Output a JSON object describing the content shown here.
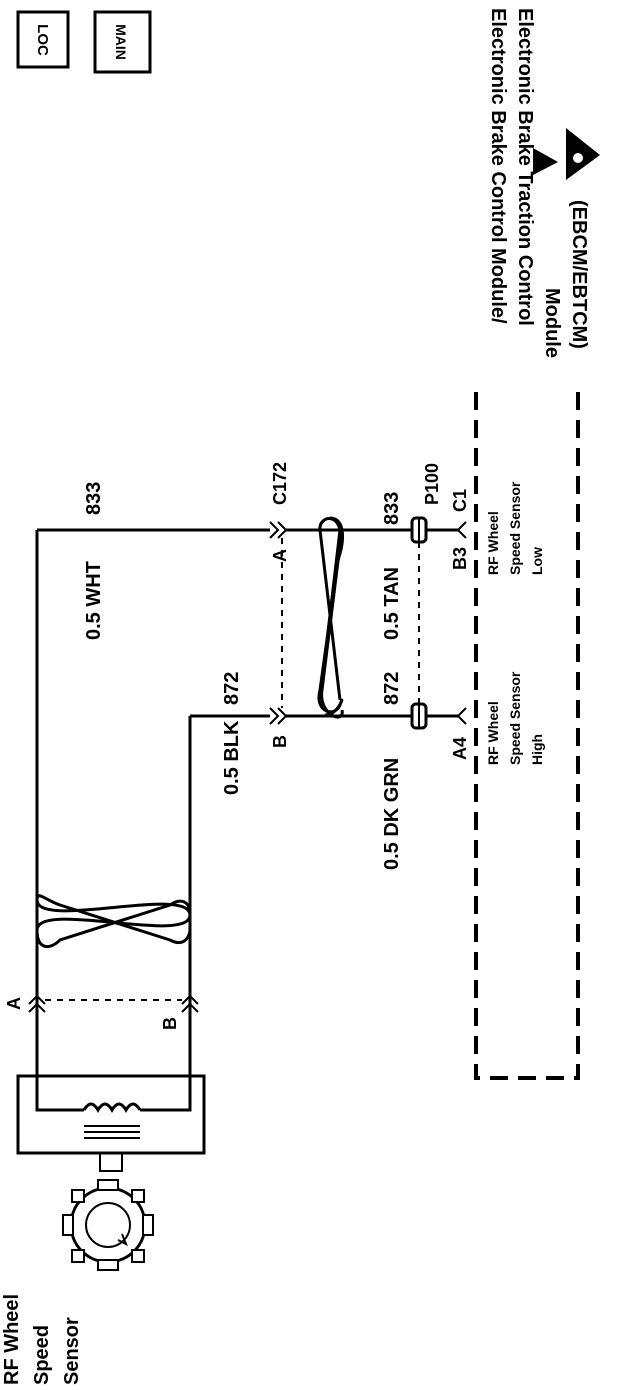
{
  "nav": {
    "loc_button": "LOC",
    "main_button": "MAIN"
  },
  "module": {
    "title_line1": "Electronic Brake Control Module/",
    "title_line2": "Electronic Brake Traction Control",
    "title_line3": "Module",
    "title_line4": "(EBCM/EBTCM)",
    "esd_icon": "esd-warning-icon"
  },
  "sensor": {
    "label_line1": "RF Wheel",
    "label_line2": "Speed",
    "label_line3": "Sensor"
  },
  "wires": {
    "wht_label": "0.5 WHT",
    "wht_circuit": "833",
    "blk_label": "0.5 BLK",
    "blk_circuit": "872",
    "tan_label": "0.5 TAN",
    "tan_circuit": "833",
    "dkgrn_label": "0.5 DK GRN",
    "dkgrn_circuit": "872"
  },
  "connectors": {
    "sensor_pin_a": "A",
    "sensor_pin_b": "B",
    "c172": "C172",
    "c172_pin_a": "A",
    "c172_pin_b": "B",
    "p100": "P100",
    "c1": "C1",
    "pin_b3": "B3",
    "pin_a4": "A4"
  },
  "pins": {
    "b3_line1": "RF Wheel",
    "b3_line2": "Speed Sensor",
    "b3_line3": "Low",
    "a4_line1": "RF Wheel",
    "a4_line2": "Speed Sensor",
    "a4_line3": "High"
  }
}
